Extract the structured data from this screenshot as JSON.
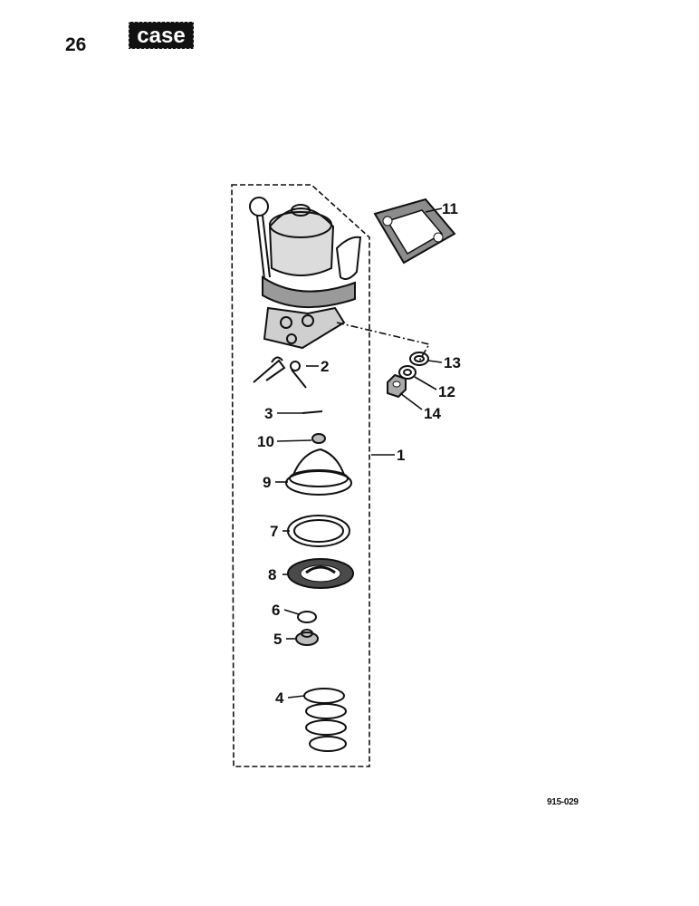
{
  "header": {
    "page_number": "26",
    "logo_text": "case"
  },
  "figure": {
    "code": "915-029",
    "callouts": {
      "c1": "1",
      "c2": "2",
      "c3": "3",
      "c4": "4",
      "c5": "5",
      "c6": "6",
      "c7": "7",
      "c8": "8",
      "c9": "9",
      "c10": "10",
      "c11": "11",
      "c12": "12",
      "c13": "13",
      "c14": "14"
    }
  }
}
